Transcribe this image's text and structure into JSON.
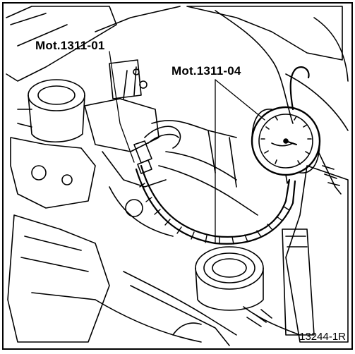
{
  "labels": {
    "tool_a": "Mot.1311-01",
    "tool_b": "Mot.1311-04"
  },
  "figure_ref": "13244-1R",
  "colors": {
    "ink": "#000000",
    "paper": "#ffffff"
  }
}
